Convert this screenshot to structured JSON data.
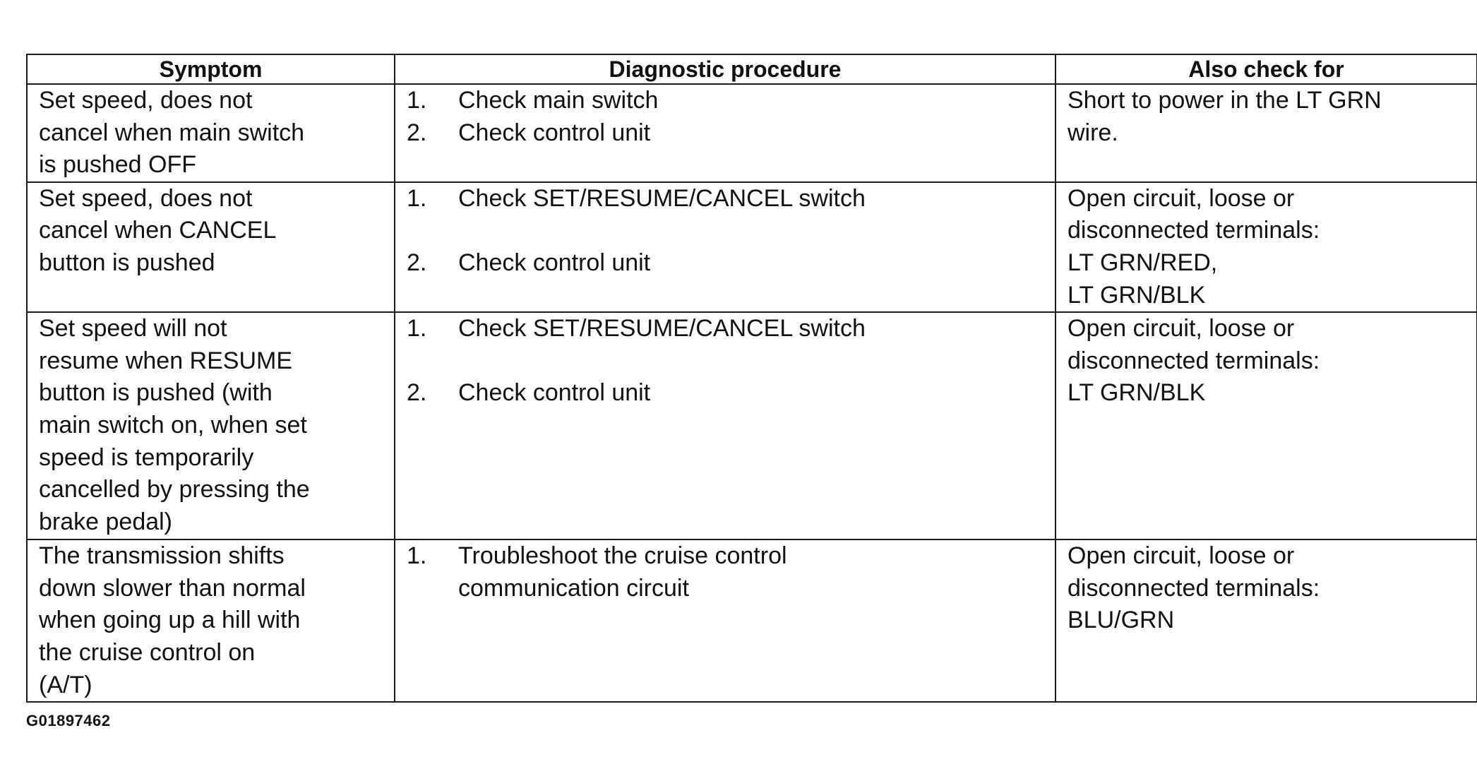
{
  "table": {
    "headers": {
      "symptom": "Symptom",
      "procedure": "Diagnostic procedure",
      "also_check": "Also check for"
    },
    "rows": [
      {
        "symptom": "Set speed, does not\ncancel when main switch\nis pushed OFF",
        "steps": [
          {
            "num": "1.",
            "text": "Check main switch"
          },
          {
            "num": "2.",
            "text": "Check control unit"
          }
        ],
        "also_check": "Short to power in the LT GRN\nwire."
      },
      {
        "symptom": "Set speed, does not\ncancel when CANCEL\nbutton is pushed",
        "steps": [
          {
            "num": "1.",
            "text": "Check SET/RESUME/CANCEL switch"
          },
          {
            "num": "2.",
            "text": "Check control unit"
          }
        ],
        "also_check": "Open circuit, loose or\ndisconnected terminals:\nLT GRN/RED,\nLT GRN/BLK"
      },
      {
        "symptom": "Set speed will not\nresume when RESUME\nbutton is pushed (with\nmain switch on, when set\nspeed is temporarily\ncancelled by pressing the\nbrake pedal)",
        "steps": [
          {
            "num": "1.",
            "text": "Check SET/RESUME/CANCEL switch"
          },
          {
            "num": "2.",
            "text": "Check control unit"
          }
        ],
        "also_check": "Open circuit, loose or\ndisconnected terminals:\nLT GRN/BLK"
      },
      {
        "symptom": "The transmission shifts\ndown slower than normal\nwhen going up a hill with\nthe cruise control on\n(A/T)",
        "steps": [
          {
            "num": "1.",
            "text": "Troubleshoot the cruise control\ncommunication circuit"
          }
        ],
        "also_check": "Open circuit, loose or\ndisconnected terminals:\nBLU/GRN"
      }
    ]
  },
  "figure_id": "G01897462"
}
